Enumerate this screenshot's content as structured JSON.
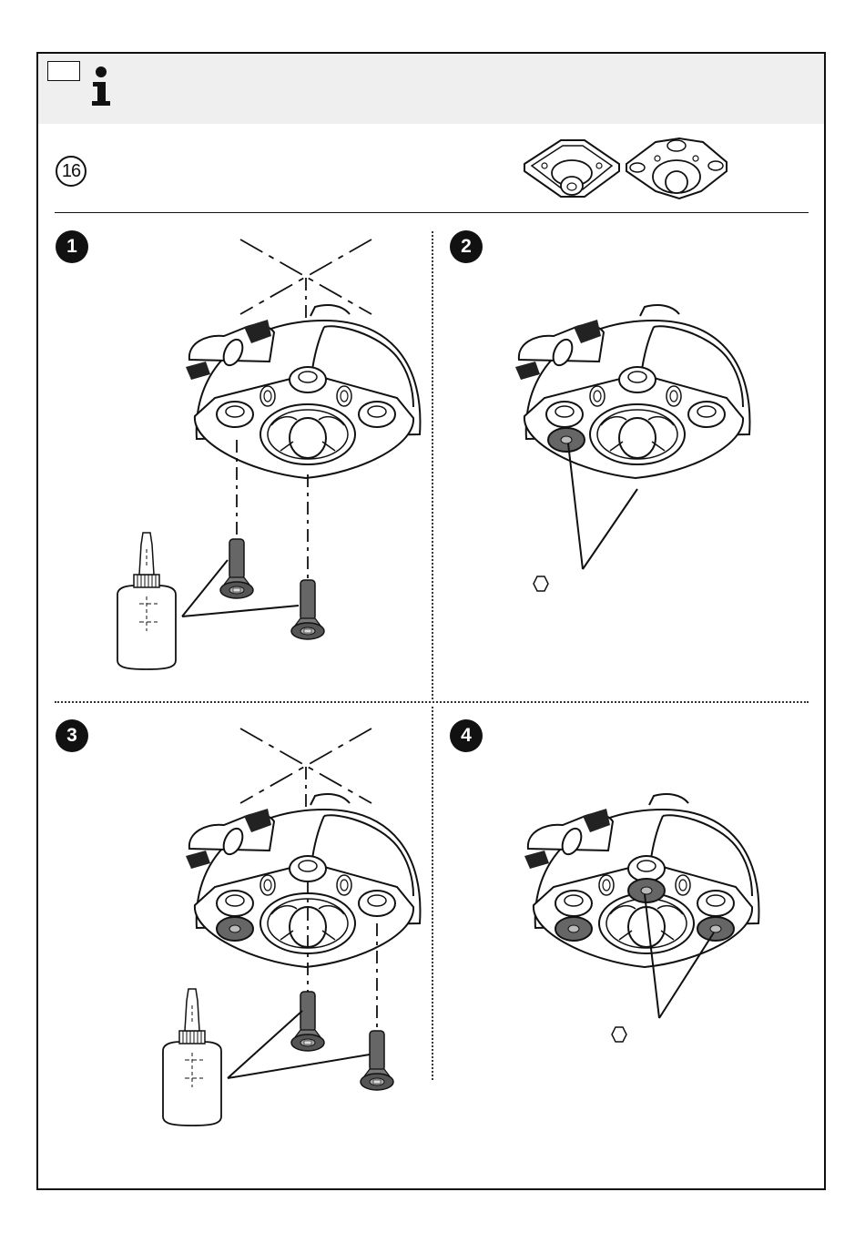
{
  "step_reference": "16",
  "steps": [
    {
      "number": "1"
    },
    {
      "number": "2"
    },
    {
      "number": "3"
    },
    {
      "number": "4"
    }
  ]
}
